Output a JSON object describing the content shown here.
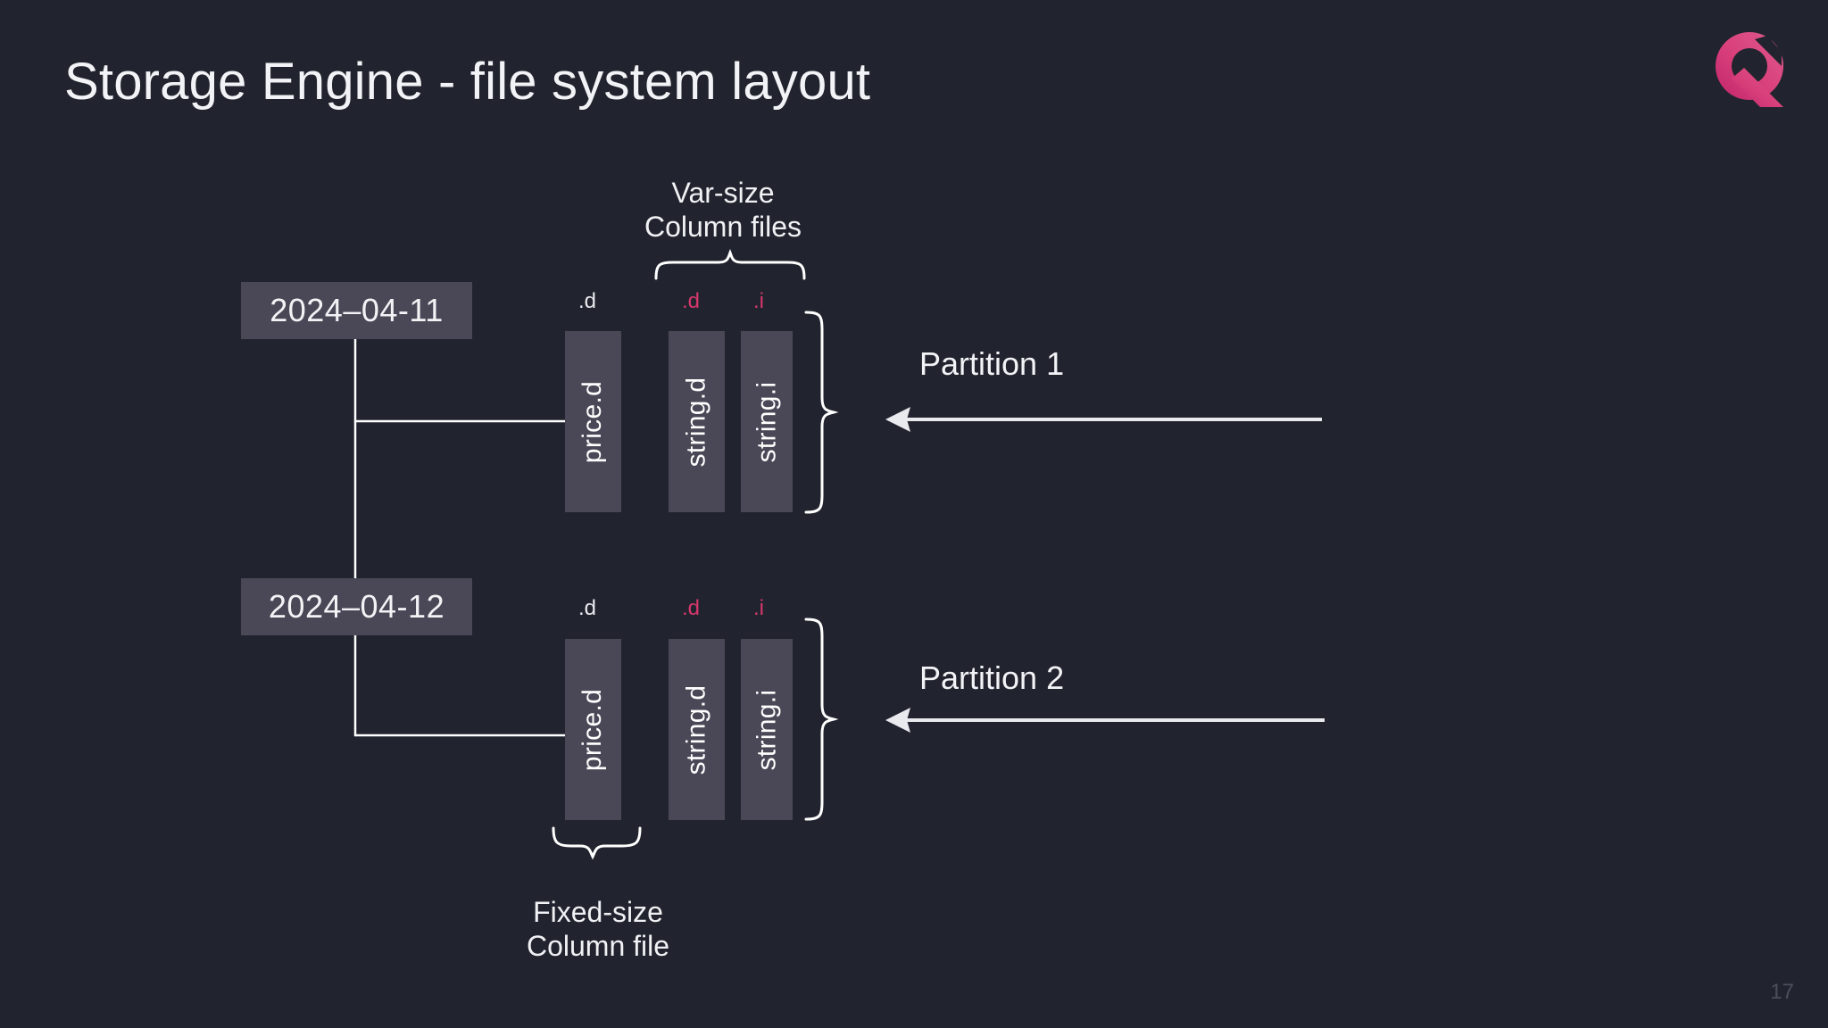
{
  "slide": {
    "title": "Storage Engine - file system layout",
    "page_number": "17",
    "background_color": "#21242e",
    "box_color": "#4a4856",
    "accent_pink": "#d8376d",
    "text_color": "#f2f3f6",
    "logo_name": "questdb-logo"
  },
  "annotations": {
    "var_size": "Var-size\nColumn files",
    "fixed_size": "Fixed-size\nColumn file"
  },
  "partitions": [
    {
      "date": "2024–04-11",
      "label": "Partition 1",
      "files": [
        {
          "name": "price.d",
          "ext": ".d",
          "ext_color": "white"
        },
        {
          "name": "string.d",
          "ext": ".d",
          "ext_color": "pink"
        },
        {
          "name": "string.i",
          "ext": ".i",
          "ext_color": "pink"
        }
      ]
    },
    {
      "date": "2024–04-12",
      "label": "Partition 2",
      "files": [
        {
          "name": "price.d",
          "ext": ".d",
          "ext_color": "white"
        },
        {
          "name": "string.d",
          "ext": ".d",
          "ext_color": "pink"
        },
        {
          "name": "string.i",
          "ext": ".i",
          "ext_color": "pink"
        }
      ]
    }
  ]
}
